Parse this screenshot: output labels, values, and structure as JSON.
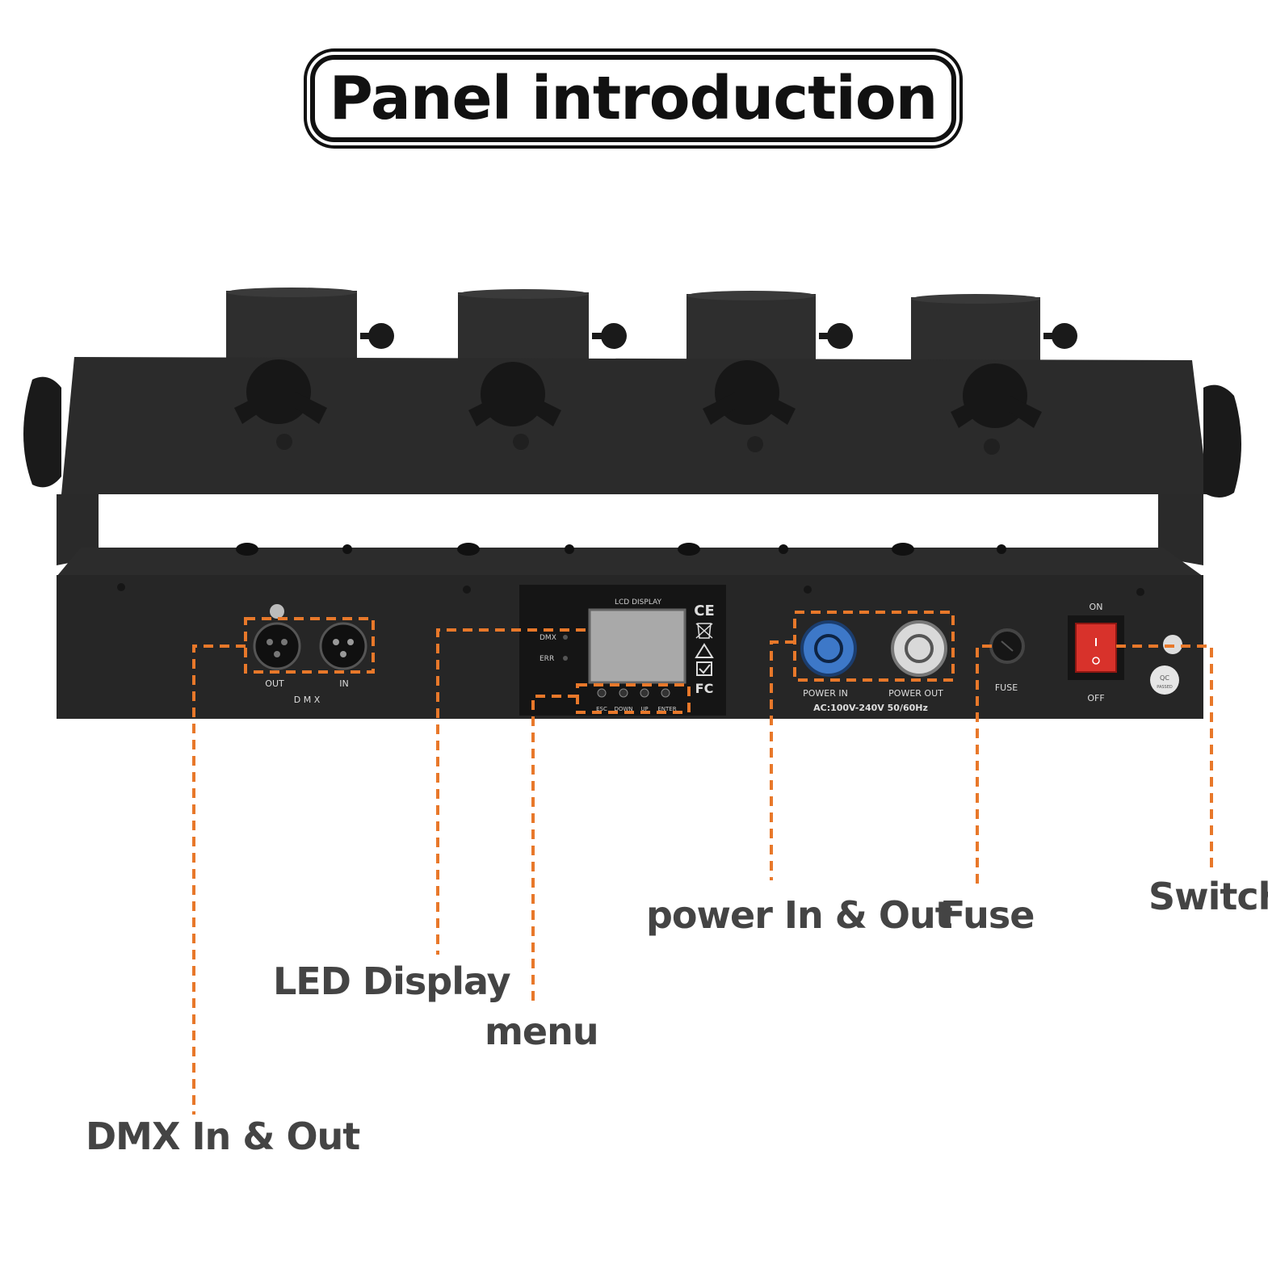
{
  "title": "Panel introduction",
  "colors": {
    "accent": "#E8782A",
    "device": "#2b2b2b",
    "panel": "#1e1e1e",
    "label": "#444444"
  },
  "device": {
    "lcd_header": "LCD DISPLAY",
    "dmx_led": "DMX",
    "err_led": "ERR",
    "buttons": [
      "ESC",
      "DOWN",
      "UP",
      "ENTER"
    ],
    "dmx_out": "OUT",
    "dmx_in": "IN",
    "dmx_caption": "D M X",
    "power_in": "POWER IN",
    "power_out": "POWER OUT",
    "power_spec": "AC:100V-240V  50/60Hz",
    "fuse": "FUSE",
    "switch_on": "ON",
    "switch_off": "OFF",
    "ce_mark": "CE",
    "fc_mark": "FC",
    "qc_badge": "QC",
    "qc_sub": "PASSED"
  },
  "callouts": {
    "power": "power In & Out",
    "fuse": "Fuse",
    "switch": "Switch",
    "led": "LED Display",
    "menu": "menu",
    "dmx": "DMX In & Out"
  }
}
